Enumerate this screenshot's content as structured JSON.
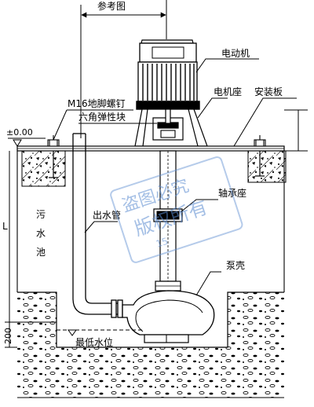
{
  "labels": {
    "reference_drawing": "参考图",
    "motor": "电动机",
    "motor_seat": "电机座",
    "mounting_plate": "安装板",
    "anchor_bolt": "M16地脚螺钉",
    "hex_elastic_block": "六角弹性块",
    "zero_level": "±0.00",
    "bearing_seat": "轴承座",
    "sewage_pool": [
      "污",
      "水",
      "池"
    ],
    "outlet_pipe": "出水管",
    "pump_casing": "泵壳",
    "min_water_level": "最低水位",
    "dim_L": "L",
    "dim_200": "200"
  },
  "watermark": {
    "line1": "盗图必究",
    "line2": "版权所有",
    "number": "15"
  },
  "colors": {
    "line": "#000000",
    "watermark": "#5a8bd0"
  }
}
